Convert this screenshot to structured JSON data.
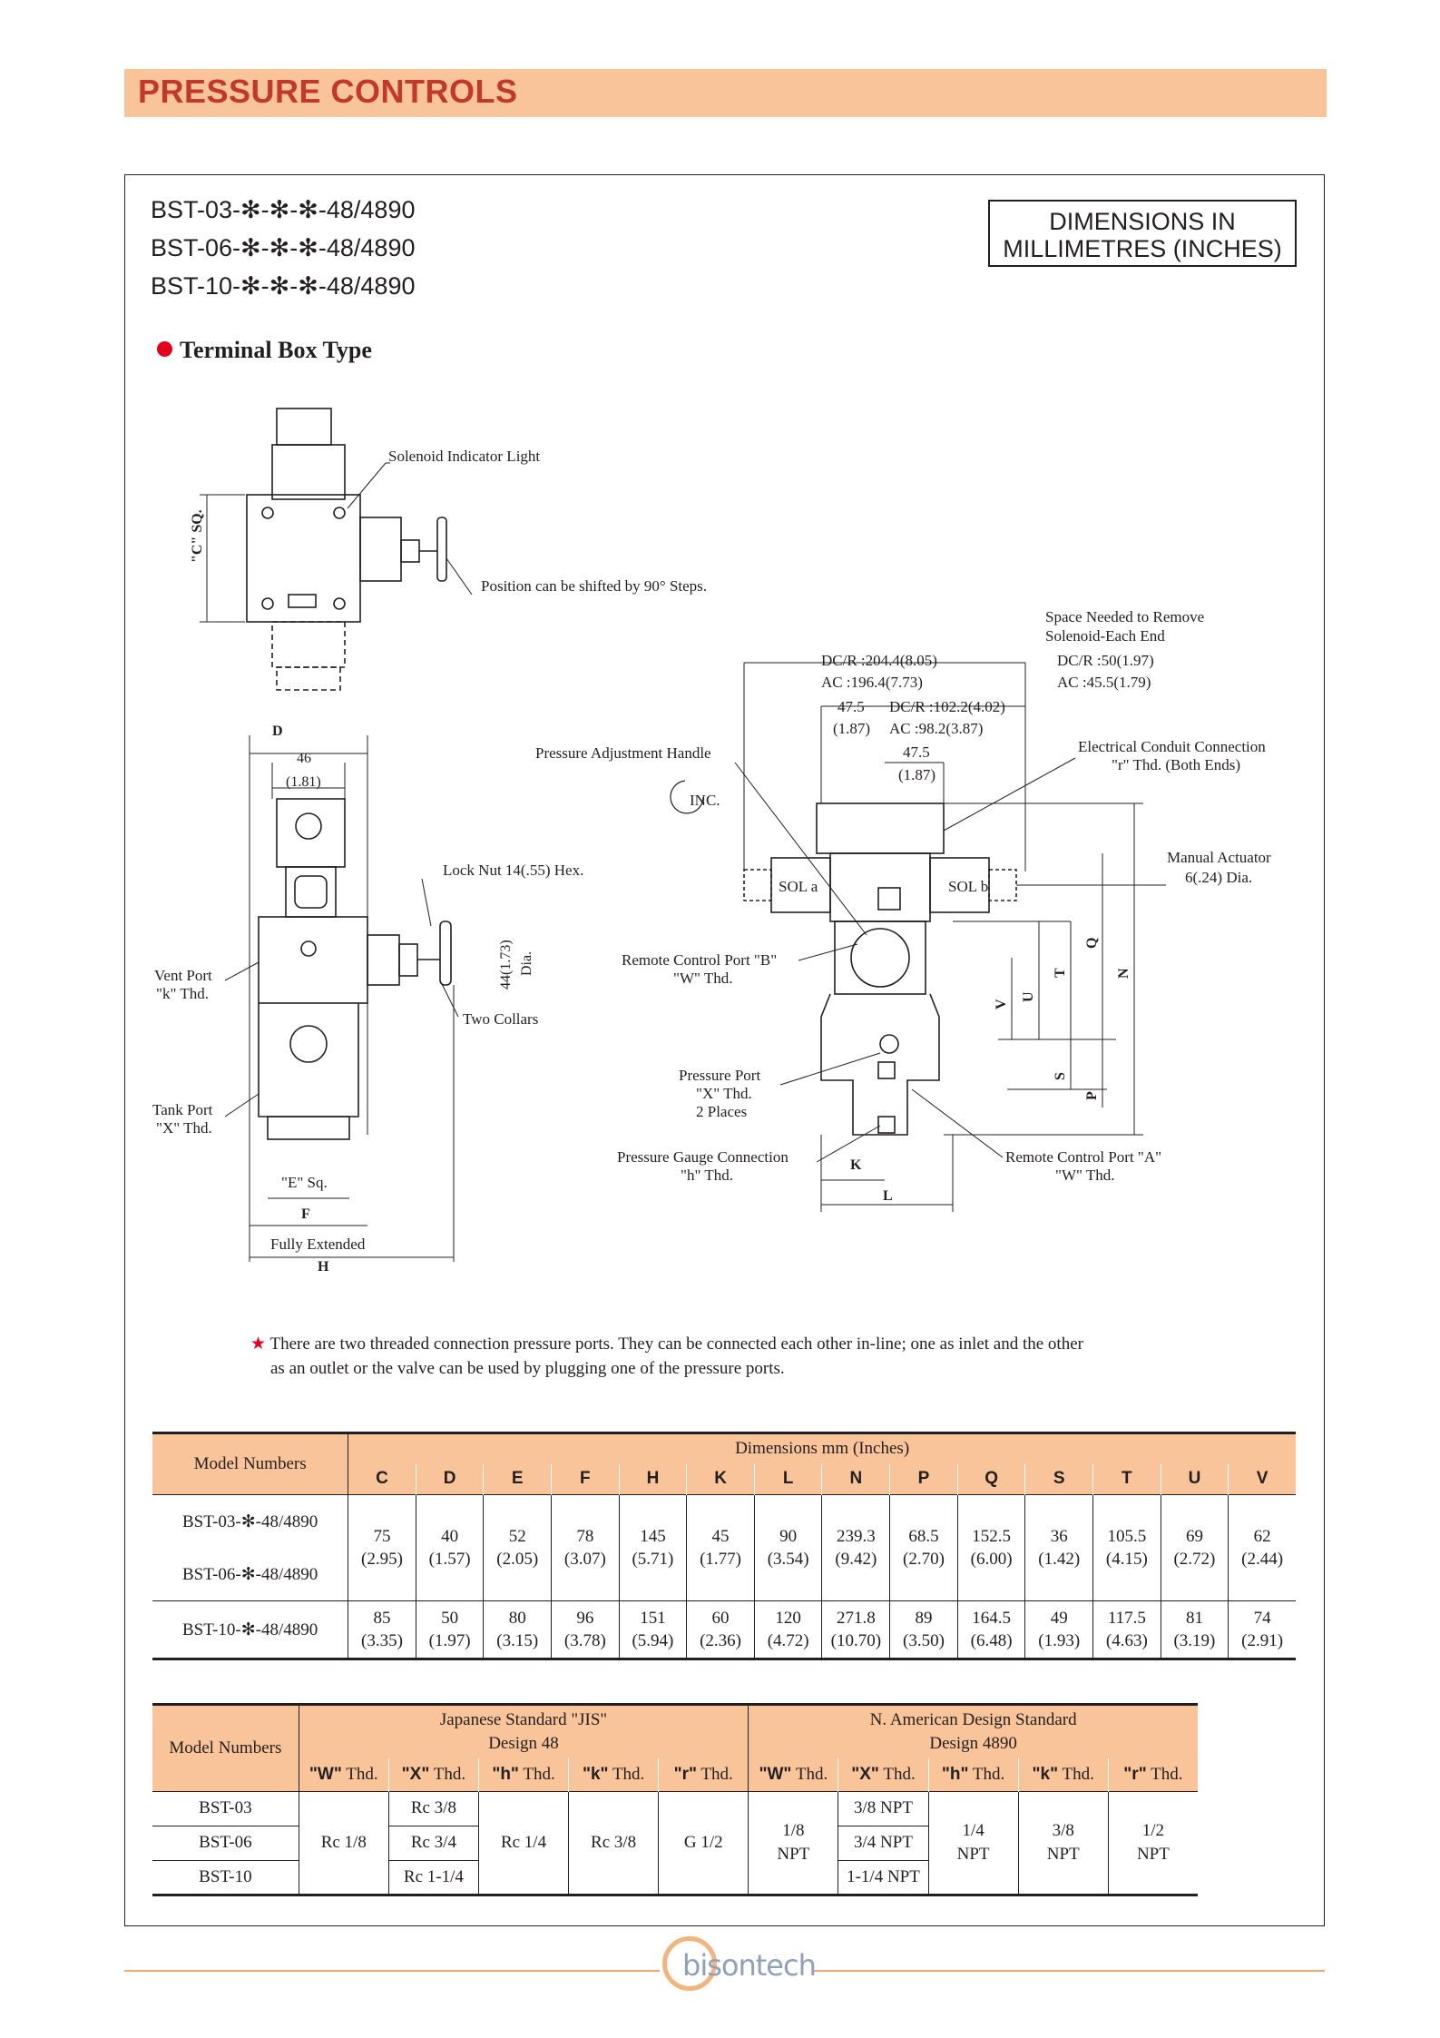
{
  "header": {
    "title": "PRESSURE CONTROLS"
  },
  "models": [
    "BST-03-✻-✻-✻-48/4890",
    "BST-06-✻-✻-✻-48/4890",
    "BST-10-✻-✻-✻-48/4890"
  ],
  "dims_box": {
    "line1": "DIMENSIONS IN",
    "line2": "MILLIMETRES (INCHES)"
  },
  "subheading": "Terminal Box Type",
  "labels": {
    "solenoid_light": "Solenoid Indicator Light",
    "position_shift": "Position can be shifted by 90° Steps.",
    "c_sq": "\"C\" SQ.",
    "d": "D",
    "dim46": "46",
    "dim46in": "(1.81)",
    "lock_nut": "Lock Nut 14(.55) Hex.",
    "dia44": "44(1.73)",
    "dia_word": "Dia.",
    "two_collars": "Two Collars",
    "vent_port": "Vent Port",
    "vent_thd": "\"k\" Thd.",
    "tank_port": "Tank Port",
    "tank_thd": "\"X\" Thd.",
    "e_sq": "\"E\" Sq.",
    "f": "F",
    "fully_extended": "Fully Extended",
    "h": "H",
    "space_needed1": "Space Needed to Remove",
    "space_needed2": "Solenoid-Each End",
    "space_dcr": "DC/R :50(1.97)",
    "space_ac": "AC    :45.5(1.79)",
    "dcr2044": "DC/R :204.4(8.05)",
    "ac1964": "AC    :196.4(7.73)",
    "d475a": "47.5",
    "d187a": "(1.87)",
    "dcr1022": "DC/R :102.2(4.02)",
    "ac982": "AC    :98.2(3.87)",
    "d475b": "47.5",
    "d187b": "(1.87)",
    "pressure_handle": "Pressure Adjustment Handle",
    "inc": "INC.",
    "elec_conduit": "Electrical Conduit Connection",
    "elec_thd": "\"r\" Thd. (Both Ends)",
    "manual_act": "Manual Actuator",
    "manual_dia": "6(.24) Dia.",
    "sol_a": "SOL a",
    "sol_b": "SOL b",
    "remote_b": "Remote Control Port \"B\"",
    "remote_b_thd": "\"W\" Thd.",
    "pressure_port": "Pressure Port",
    "pressure_port_thd": "\"X\" Thd.",
    "two_places": "2 Places",
    "gauge_conn": "Pressure Gauge Connection",
    "gauge_thd": "\"h\" Thd.",
    "remote_a": "Remote Control Port \"A\"",
    "remote_a_thd": "\"W\" Thd.",
    "k": "K",
    "l": "L",
    "v": "V",
    "u": "U",
    "t": "T",
    "q": "Q",
    "n": "N",
    "s": "S",
    "p": "P"
  },
  "note": {
    "line1": "There are two threaded connection pressure ports. They can be connected each other in-line; one as inlet and the other",
    "line2": "as an outlet or the valve can be used by plugging one of the pressure ports."
  },
  "dim_table": {
    "model_header": "Model Numbers",
    "group_header": "Dimensions  mm (Inches)",
    "columns": [
      "C",
      "D",
      "E",
      "F",
      "H",
      "K",
      "L",
      "N",
      "P",
      "Q",
      "S",
      "T",
      "U",
      "V"
    ],
    "row_models": [
      "BST-03-✻-48/4890",
      "BST-06-✻-48/4890",
      "BST-10-✻-48/4890"
    ],
    "group1_values": [
      "75",
      "40",
      "52",
      "78",
      "145",
      "45",
      "90",
      "239.3",
      "68.5",
      "152.5",
      "36",
      "105.5",
      "69",
      "62"
    ],
    "group1_inches": [
      "(2.95)",
      "(1.57)",
      "(2.05)",
      "(3.07)",
      "(5.71)",
      "(1.77)",
      "(3.54)",
      "(9.42)",
      "(2.70)",
      "(6.00)",
      "(1.42)",
      "(4.15)",
      "(2.72)",
      "(2.44)"
    ],
    "group2_values": [
      "85",
      "50",
      "80",
      "96",
      "151",
      "60",
      "120",
      "271.8",
      "89",
      "164.5",
      "49",
      "117.5",
      "81",
      "74"
    ],
    "group2_inches": [
      "(3.35)",
      "(1.97)",
      "(3.15)",
      "(3.78)",
      "(5.94)",
      "(2.36)",
      "(4.72)",
      "(10.70)",
      "(3.50)",
      "(6.48)",
      "(1.93)",
      "(4.63)",
      "(3.19)",
      "(2.91)"
    ]
  },
  "thread_table": {
    "model_header": "Model Numbers",
    "jis_title": "Japanese Standard \"JIS\"",
    "jis_sub": "Design 48",
    "na_title": "N. American Design Standard",
    "na_sub": "Design 4890",
    "cols": [
      "\"W\" Thd.",
      "\"X\" Thd.",
      "\"h\" Thd.",
      "\"k\" Thd.",
      "\"r\" Thd.",
      "\"W\" Thd.",
      "\"X\" Thd.",
      "\"h\" Thd.",
      "\"k\" Thd.",
      "\"r\" Thd."
    ],
    "models": [
      "BST-03",
      "BST-06",
      "BST-10"
    ],
    "jis_w": "Rc 1/8",
    "jis_x": [
      "Rc 3/8",
      "Rc 3/4",
      "Rc 1-1/4"
    ],
    "jis_h": "Rc 1/4",
    "jis_k": "Rc 3/8",
    "jis_r": "G 1/2",
    "na_w": [
      "1/8",
      "NPT"
    ],
    "na_x": [
      "3/8 NPT",
      "3/4 NPT",
      "1-1/4 NPT"
    ],
    "na_h": [
      "1/4",
      "NPT"
    ],
    "na_k": [
      "3/8",
      "NPT"
    ],
    "na_r": [
      "1/2",
      "NPT"
    ]
  },
  "footer": {
    "logo": "bisontech"
  }
}
